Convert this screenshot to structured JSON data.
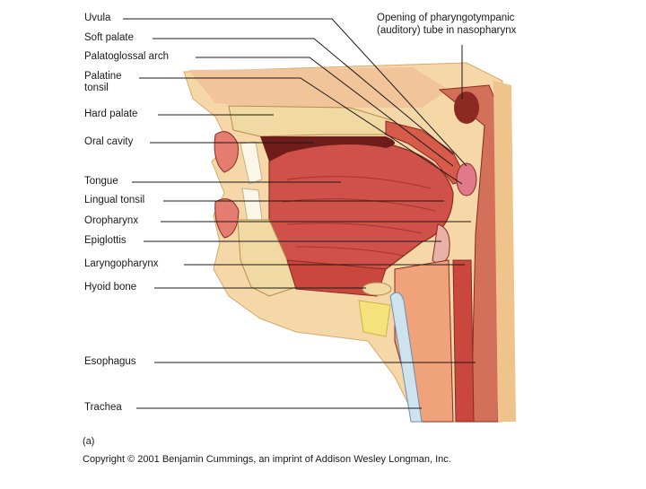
{
  "labels": {
    "uvula": "Uvula",
    "soft_palate": "Soft palate",
    "palatoglossal_arch": "Palatoglossal arch",
    "palatine_tonsil_1": "Palatine",
    "palatine_tonsil_2": "tonsil",
    "hard_palate": "Hard palate",
    "oral_cavity": "Oral cavity",
    "tongue": "Tongue",
    "lingual_tonsil": "Lingual tonsil",
    "oropharynx": "Oropharynx",
    "epiglottis": "Epiglottis",
    "laryngopharynx": "Laryngopharynx",
    "hyoid_bone": "Hyoid bone",
    "esophagus": "Esophagus",
    "trachea": "Trachea",
    "pharyngotympanic_1": "Opening of pharyngotympanic",
    "pharyngotympanic_2": "(auditory) tube in nasopharynx"
  },
  "panel_label": "(a)",
  "copyright": "Copyright © 2001 Benjamin Cummings, an imprint of Addison Wesley Longman, Inc.",
  "colors": {
    "muscle": "#c9473c",
    "muscle_light": "#e07a60",
    "bone": "#f1d9a3",
    "mucosa": "#f3b98a",
    "skin": "#f6d7a8",
    "dark": "#7a1e1a",
    "cartilage": "#cfe3ef",
    "fat": "#f4e27a"
  }
}
